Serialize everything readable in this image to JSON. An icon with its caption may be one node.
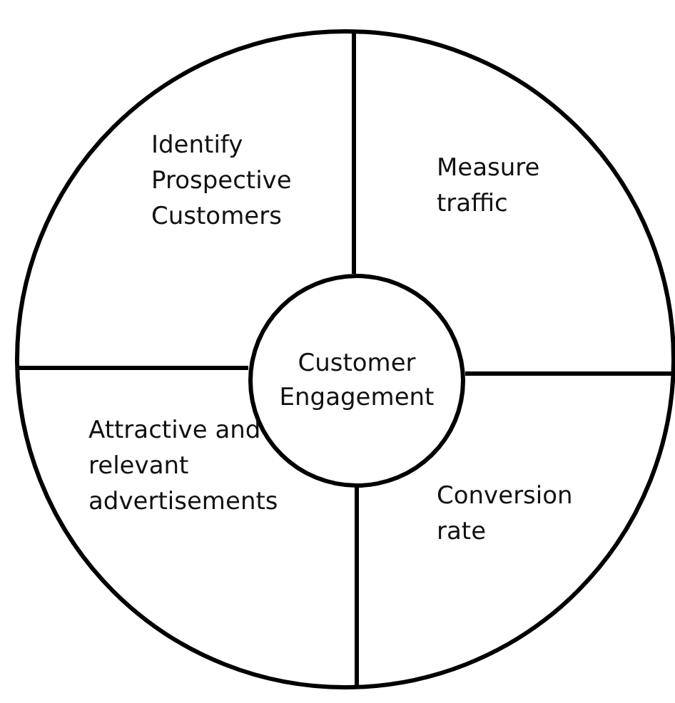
{
  "diagram": {
    "nodes": [
      {
        "text": [
          "Identify Prospective Customers"
        ]
      },
      {
        "text": [
          "Measure traffic"
        ]
      },
      {
        "text": [
          "Customer Engagement"
        ]
      },
      {
        "text": [
          "Attractive and relevant advertisements"
        ]
      },
      {
        "text": [
          "Conversion rate"
        ]
      }
    ],
    "edges": []
  }
}
